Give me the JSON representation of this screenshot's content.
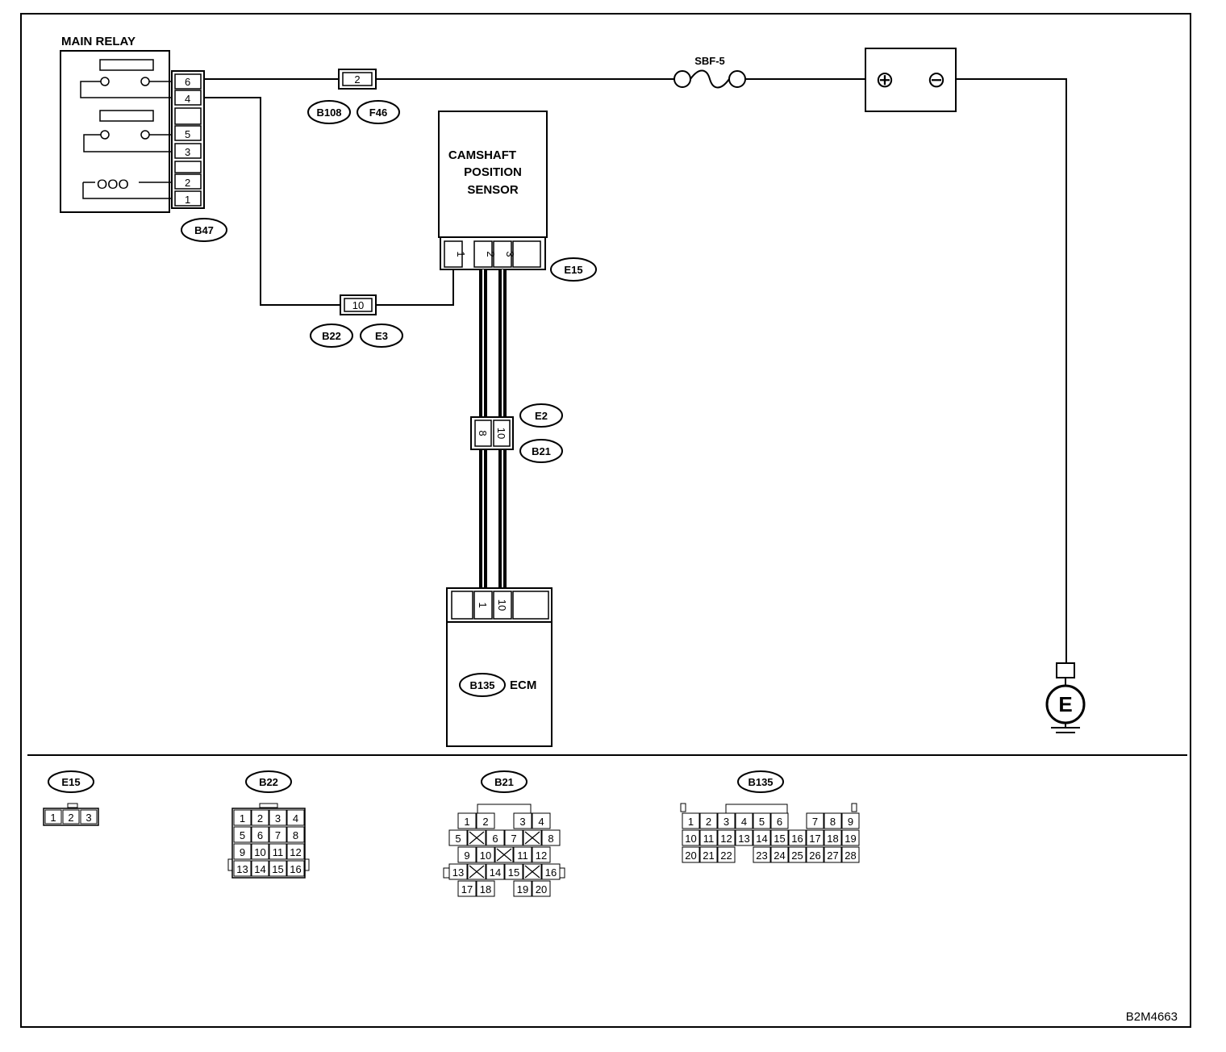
{
  "main_relay": {
    "title": "MAIN RELAY",
    "connector": "B47",
    "pins": [
      "6",
      "4",
      "5",
      "3",
      "2",
      "1"
    ],
    "coil": "OOO"
  },
  "connector_b108_f46": {
    "pin": "2",
    "labels": [
      "B108",
      "F46"
    ]
  },
  "fuse": {
    "label": "SBF-5"
  },
  "battery": {
    "plus": "⊕",
    "minus": "⊖"
  },
  "sensor": {
    "title_lines": [
      "CAMSHAFT",
      "POSITION",
      "SENSOR"
    ],
    "connector": "E15",
    "pins": [
      "1",
      "2",
      "3"
    ]
  },
  "connector_b22_e3": {
    "pin": "10",
    "labels": [
      "B22",
      "E3"
    ]
  },
  "connector_e2_b21": {
    "pins": [
      "8",
      "10"
    ],
    "labels": [
      "E2",
      "B21"
    ]
  },
  "ecm": {
    "label": "ECM",
    "connector": "B135",
    "pins": [
      "1",
      "10"
    ]
  },
  "ground": {
    "label": "E"
  },
  "figure_code": "B2M4663",
  "connector_views": {
    "e15": {
      "name": "E15",
      "rows": [
        [
          "1",
          "2",
          "3"
        ]
      ]
    },
    "b22": {
      "name": "B22",
      "rows": [
        [
          "1",
          "2",
          "3",
          "4"
        ],
        [
          "5",
          "6",
          "7",
          "8"
        ],
        [
          "9",
          "10",
          "11",
          "12"
        ],
        [
          "13",
          "14",
          "15",
          "16"
        ]
      ]
    },
    "b21": {
      "name": "B21",
      "rows": [
        [
          "1",
          "2",
          "",
          "3",
          "4"
        ],
        [
          "5",
          "X",
          "6",
          "7",
          "X",
          "8"
        ],
        [
          "9",
          "10",
          "X",
          "11",
          "12"
        ],
        [
          "13",
          "X",
          "14",
          "15",
          "X",
          "16"
        ],
        [
          "17",
          "18",
          "",
          "19",
          "20"
        ]
      ]
    },
    "b135": {
      "name": "B135",
      "rows": [
        [
          "1",
          "2",
          "3",
          "4",
          "5",
          "6",
          "",
          "7",
          "8",
          "9"
        ],
        [
          "10",
          "11",
          "12",
          "13",
          "14",
          "15",
          "16",
          "17",
          "18",
          "19"
        ],
        [
          "20",
          "21",
          "22",
          "",
          "23",
          "24",
          "25",
          "26",
          "27",
          "28"
        ]
      ]
    }
  }
}
